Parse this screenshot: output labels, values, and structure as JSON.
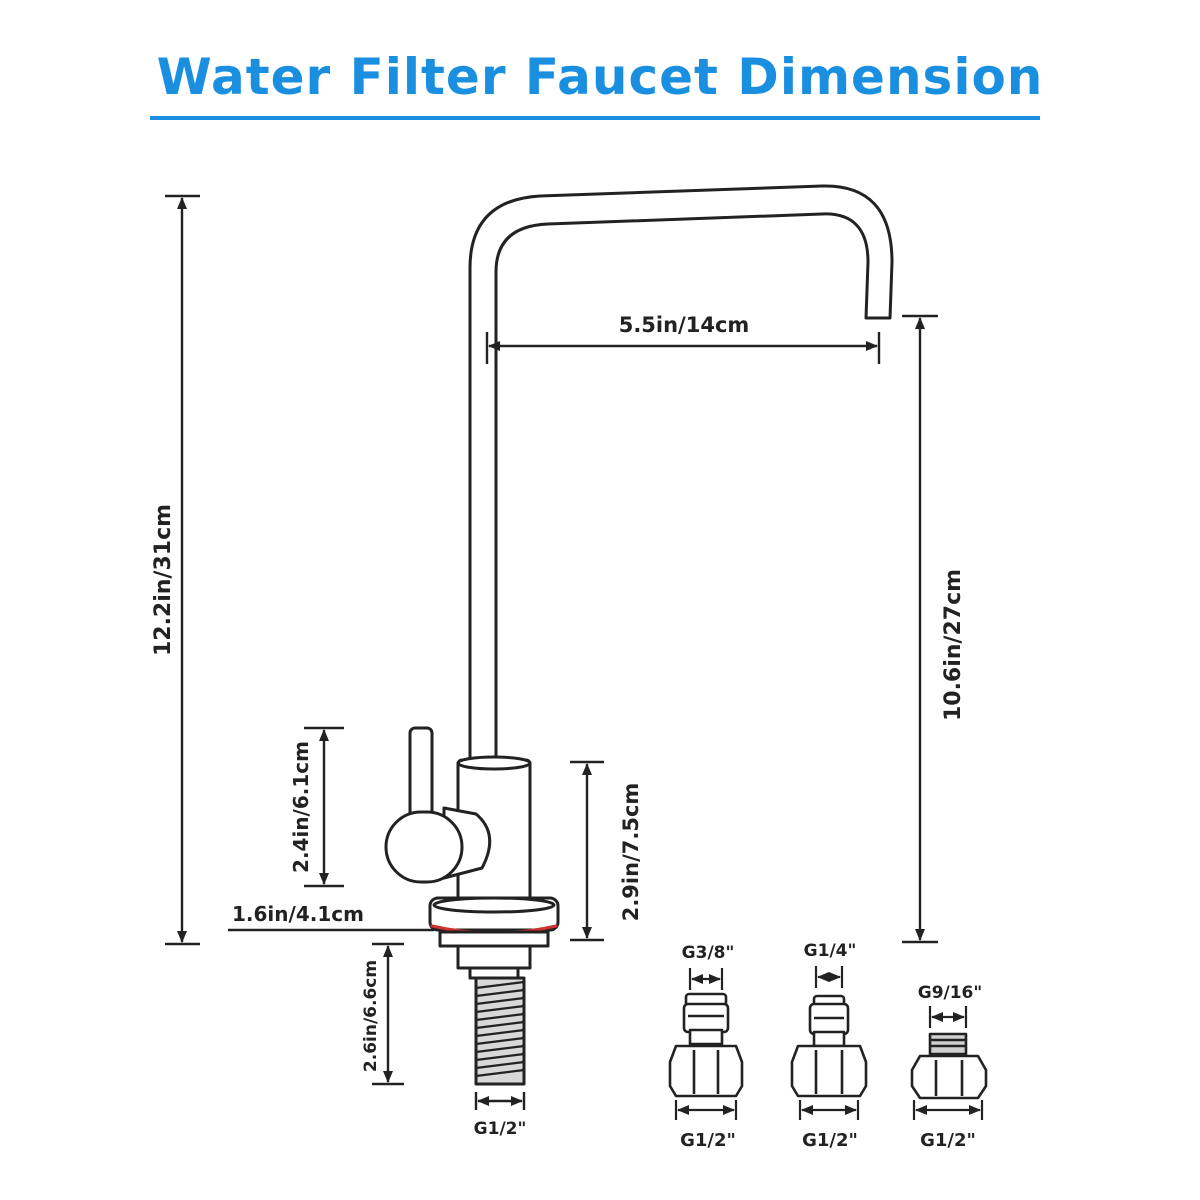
{
  "title": "Water Filter Faucet Dimension",
  "colors": {
    "accent": "#1a8fe0",
    "line": "#222222",
    "gasket": "#d0302f"
  },
  "dimensions": {
    "total_height": "12.2in/31cm",
    "spout_height": "10.6in/27cm",
    "spout_reach": "5.5in/14cm",
    "handle_height": "2.4in/6.1cm",
    "body_height": "2.9in/7.5cm",
    "base_diameter": "1.6in/4.1cm",
    "shank_length": "2.6in/6.6cm",
    "shank_thread": "G1/2\""
  },
  "adapters": [
    {
      "top": "G3/8\"",
      "bottom": "G1/2\""
    },
    {
      "top": "G1/4\"",
      "bottom": "G1/2\""
    },
    {
      "top": "G9/16\"",
      "bottom": "G1/2\""
    }
  ]
}
